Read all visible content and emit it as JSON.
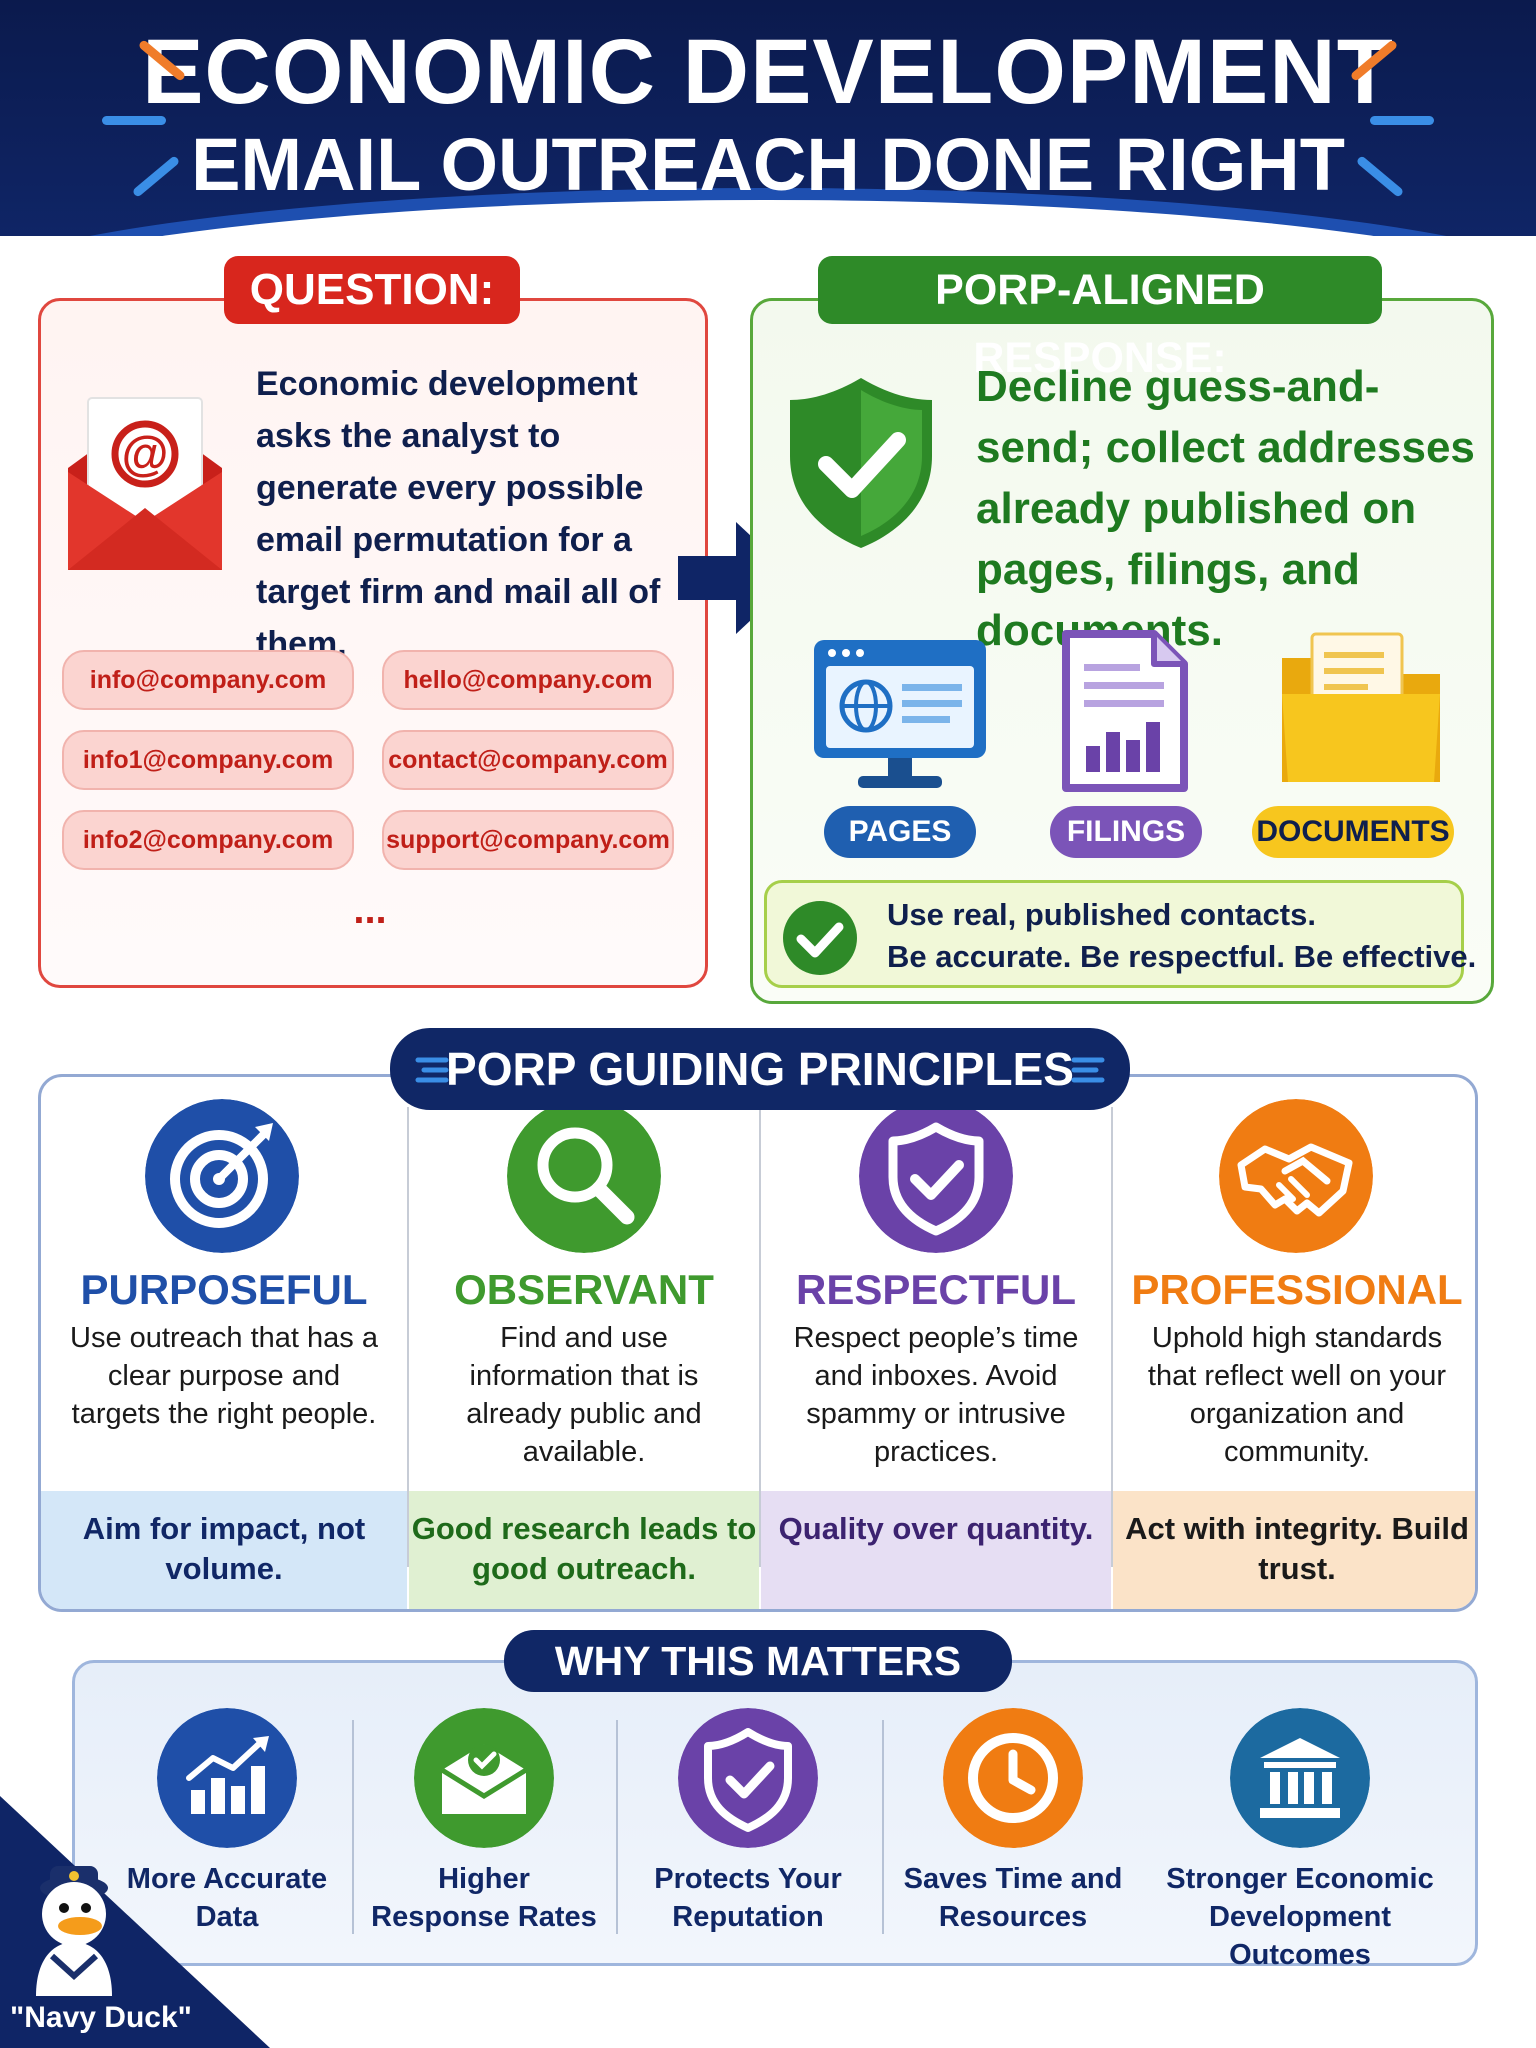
{
  "header": {
    "title_line1": "ECONOMIC DEVELOPMENT",
    "title_line2": "EMAIL OUTREACH DONE RIGHT"
  },
  "question": {
    "label": "QUESTION:",
    "text": "Economic development asks the analyst to generate every possible email permutation for a target firm and mail all of them.",
    "emails": [
      "info@company.com",
      "hello@company.com",
      "info1@company.com",
      "contact@company.com",
      "info2@company.com",
      "support@company.com"
    ],
    "ellipsis": "...",
    "icon": "envelope-at-icon"
  },
  "response": {
    "label": "PORP-ALIGNED RESPONSE:",
    "text": "Decline guess-and-send; collect addresses already published on pages, filings, and documents.",
    "sources": [
      {
        "label": "PAGES",
        "icon": "web-page-monitor-icon",
        "color": "#1f5fb0"
      },
      {
        "label": "FILINGS",
        "icon": "filing-document-chart-icon",
        "color": "#7b54b8"
      },
      {
        "label": "DOCUMENTS",
        "icon": "folder-documents-icon",
        "color": "#f7c61e"
      }
    ],
    "note_line1": "Use real, published contacts.",
    "note_line2": "Be accurate. Be respectful. Be effective."
  },
  "principles": {
    "header": "PORP GUIDING PRINCIPLES",
    "items": [
      {
        "title": "PURPOSEFUL",
        "desc": "Use outreach that has a clear purpose and targets the right people.",
        "foot": "Aim for impact, not volume.",
        "icon": "target-icon",
        "color": "#1f4fa8"
      },
      {
        "title": "OBSERVANT",
        "desc": "Find and use information that is already public and available.",
        "foot": "Good research leads to good outreach.",
        "icon": "magnifier-icon",
        "color": "#3f9a2e"
      },
      {
        "title": "RESPECTFUL",
        "desc": "Respect people’s time and inboxes. Avoid spammy or intrusive practices.",
        "foot": "Quality over quantity.",
        "icon": "shield-check-icon",
        "color": "#6a42a8"
      },
      {
        "title": "PROFESSIONAL",
        "desc": "Uphold high standards that reflect well on your organization and community.",
        "foot": "Act with integrity. Build trust.",
        "icon": "handshake-icon",
        "color": "#f07c12"
      }
    ]
  },
  "why": {
    "header": "WHY THIS MATTERS",
    "items": [
      {
        "label": "More Accurate Data",
        "icon": "growth-chart-icon",
        "color": "#1f4fa8"
      },
      {
        "label": "Higher Response Rates",
        "icon": "mail-check-icon",
        "color": "#3f9a2e"
      },
      {
        "label": "Protects Your Reputation",
        "icon": "shield-check-icon",
        "color": "#6a42a8"
      },
      {
        "label": "Saves Time and Resources",
        "icon": "clock-icon",
        "color": "#f07c12"
      },
      {
        "label": "Stronger Economic Development Outcomes",
        "icon": "institution-building-icon",
        "color": "#1c6aa0"
      }
    ]
  },
  "badge": {
    "label": "\"Navy Duck\"",
    "icon": "navy-duck-mascot-icon"
  }
}
